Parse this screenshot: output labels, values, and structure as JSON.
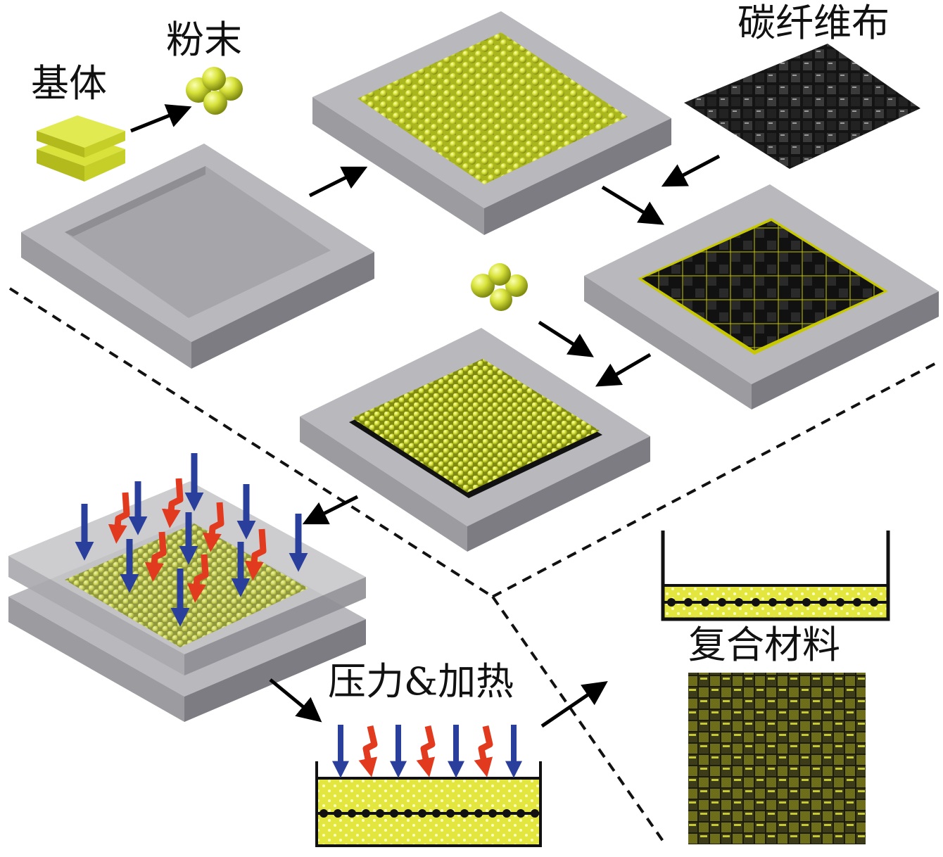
{
  "labels": {
    "substrate": "基体",
    "powder": "粉末",
    "carbon_cloth": "碳纤维布",
    "pressure_heat": "压力&加热",
    "composite": "复合材料"
  },
  "colors": {
    "tray_top": "#b9b9bd",
    "tray_inner": "#a7a7ab",
    "tray_side_left": "#9b9ba0",
    "tray_side_right": "#7c7c82",
    "powder": "#d8e23a",
    "powder_dark": "#9aa41c",
    "cloth_dark": "#1a1a1a",
    "cloth_light": "#c8c800",
    "pressure_arrow": "#2a3f9c",
    "heat_arrow": "#e23a1e",
    "flow_arrow": "#000000"
  },
  "icons": [
    "substrate-plates-icon",
    "powder-cluster-icon",
    "flow-arrow-icon",
    "pressure-arrow-icon",
    "heat-arrow-icon"
  ]
}
